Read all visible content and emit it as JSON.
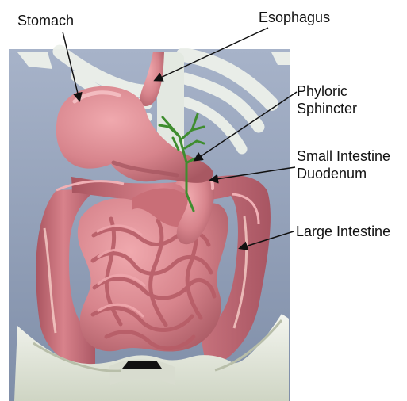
{
  "diagram": {
    "labels": {
      "stomach": "Stomach",
      "esophagus": "Esophagus",
      "phyloric_line1": "Phyloric",
      "phyloric_line2": "Sphincter",
      "small_line1": "Small Intestine",
      "small_line2": "Duodenum",
      "large": "Large Intestine"
    },
    "colors": {
      "background_top": "#a7b3c9",
      "background_bottom": "#7f8ea8",
      "organ": "#d7848c",
      "organ_dark": "#b7646d",
      "bone": "#e9eee2",
      "duct": "#3f8d2f"
    }
  }
}
